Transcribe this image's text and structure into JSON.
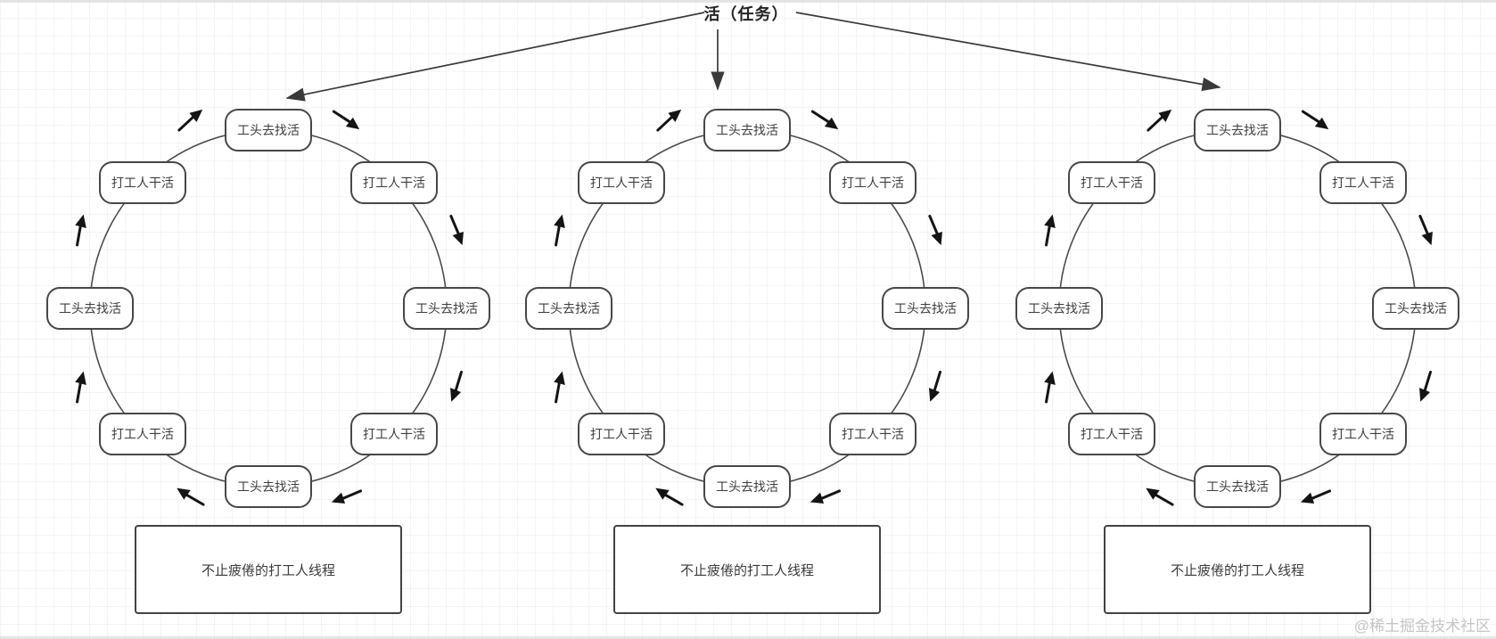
{
  "title": "活（任务）",
  "watermark": "@稀土掘金技术社区",
  "circles": [
    {
      "nodes": {
        "n": "工头去找活",
        "ne": "打工人干活",
        "e": "工头去找活",
        "se": "打工人干活",
        "s": "工头去找活",
        "sw": "打工人干活",
        "w": "工头去找活",
        "nw": "打工人干活"
      },
      "thread_label": "不止疲倦的打工人线程"
    },
    {
      "nodes": {
        "n": "工头去找活",
        "ne": "打工人干活",
        "e": "工头去找活",
        "se": "打工人干活",
        "s": "工头去找活",
        "sw": "打工人干活",
        "w": "工头去找活",
        "nw": "打工人干活"
      },
      "thread_label": "不止疲倦的打工人线程"
    },
    {
      "nodes": {
        "n": "工头去找活",
        "ne": "打工人干活",
        "e": "工头去找活",
        "se": "打工人干活",
        "s": "工头去找活",
        "sw": "打工人干活",
        "w": "工头去找活",
        "nw": "打工人干活"
      },
      "thread_label": "不止疲倦的打工人线程"
    }
  ]
}
